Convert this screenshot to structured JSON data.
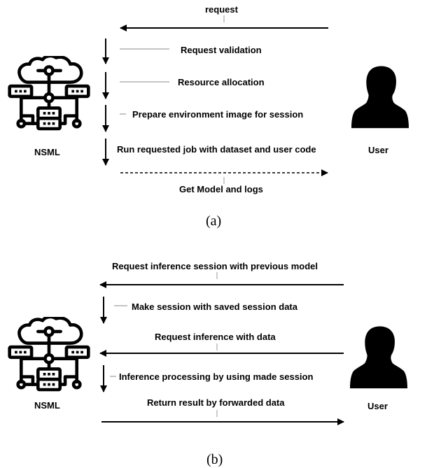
{
  "panel_a": {
    "caption": "(a)",
    "request": "request",
    "step1": "Request validation",
    "step2": "Resource allocation",
    "step3": "Prepare environment image for session",
    "step4": "Run requested job with dataset and user code",
    "result": "Get Model and logs",
    "nsml": "NSML",
    "user": "User"
  },
  "panel_b": {
    "caption": "(b)",
    "request1": "Request inference session with previous model",
    "step1": "Make session with saved session data",
    "request2": "Request inference with data",
    "step2": "Inference processing by using made session",
    "result": "Return result by forwarded data",
    "nsml": "NSML",
    "user": "User"
  }
}
